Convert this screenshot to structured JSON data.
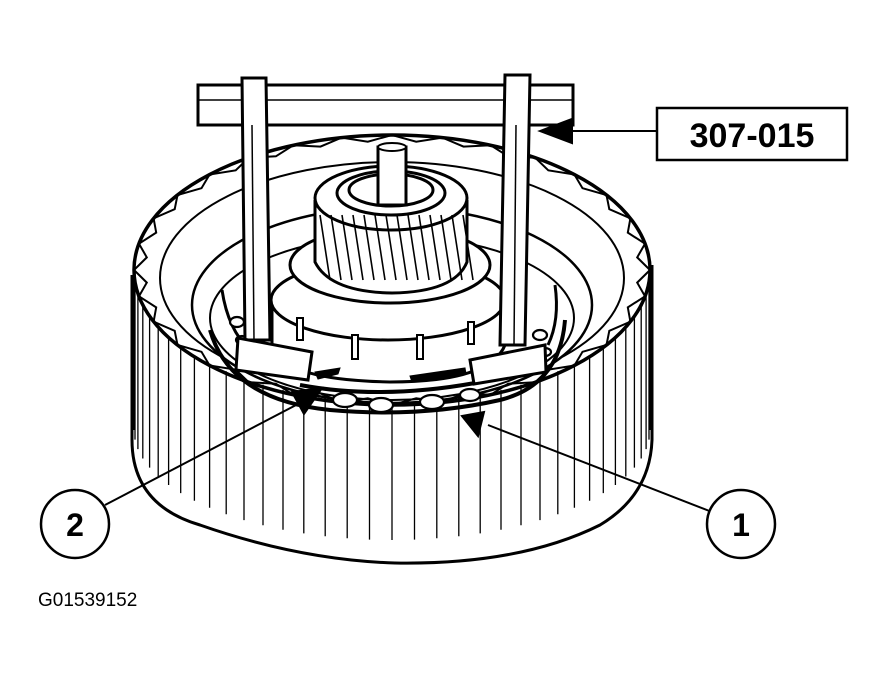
{
  "figure": {
    "tool_label": "307-015",
    "callouts": [
      "1",
      "2"
    ],
    "figure_id": "G01539152"
  }
}
